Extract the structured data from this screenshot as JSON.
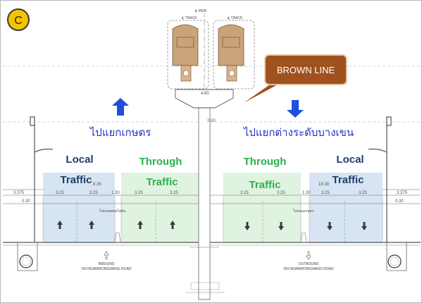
{
  "badge": {
    "letter": "C",
    "color": "#f5c400"
  },
  "labels": {
    "brown_line": "BROWN LINE",
    "track_left": "℄ TRACK",
    "track_right": "℄ TRACK",
    "pier": "℄ PIER",
    "dim_pier_cap": "4.80",
    "dim_column": "2.00",
    "thai_left": "ไปแยกเกษตร",
    "thai_right": "ไปแยกต่างระดับบางเขน",
    "local_left": "Local",
    "traffic_left": "Traffic",
    "through_left": "Through",
    "traffic_through_left": "Traffic",
    "through_right": "Through",
    "traffic_through_right": "Traffic",
    "local_right": "Local",
    "traffic_right": "Traffic",
    "width_left": "8.36",
    "width_right": "18.38",
    "edge_left": "3.375",
    "edge_left_small": "0.30",
    "edge_right": "3.375",
    "edge_right_small": "0.30",
    "median_left": "1.30",
    "median_right": "1.30",
    "lane_widths": [
      "3.25",
      "3.25",
      "3.25",
      "3.25",
      "3.25",
      "3.25",
      "3.25",
      "3.25"
    ],
    "note_left": "ไปถนนพหลโยธิน",
    "note_right": "ไปถนนเกษตร",
    "inbound_1": "INBOUND",
    "inbound_2": "ON NGAMWONGWANG ROAD",
    "outbound_1": "OUTBOUND",
    "outbound_2": "ON NGAMWONGWANG ROAD"
  },
  "colors": {
    "brown_callout": "#a0521e",
    "arrow_blue": "#1f4fe0",
    "local_zone": "#c9dcef",
    "through_zone": "#d8f0d8",
    "train": "#c9a37a"
  }
}
